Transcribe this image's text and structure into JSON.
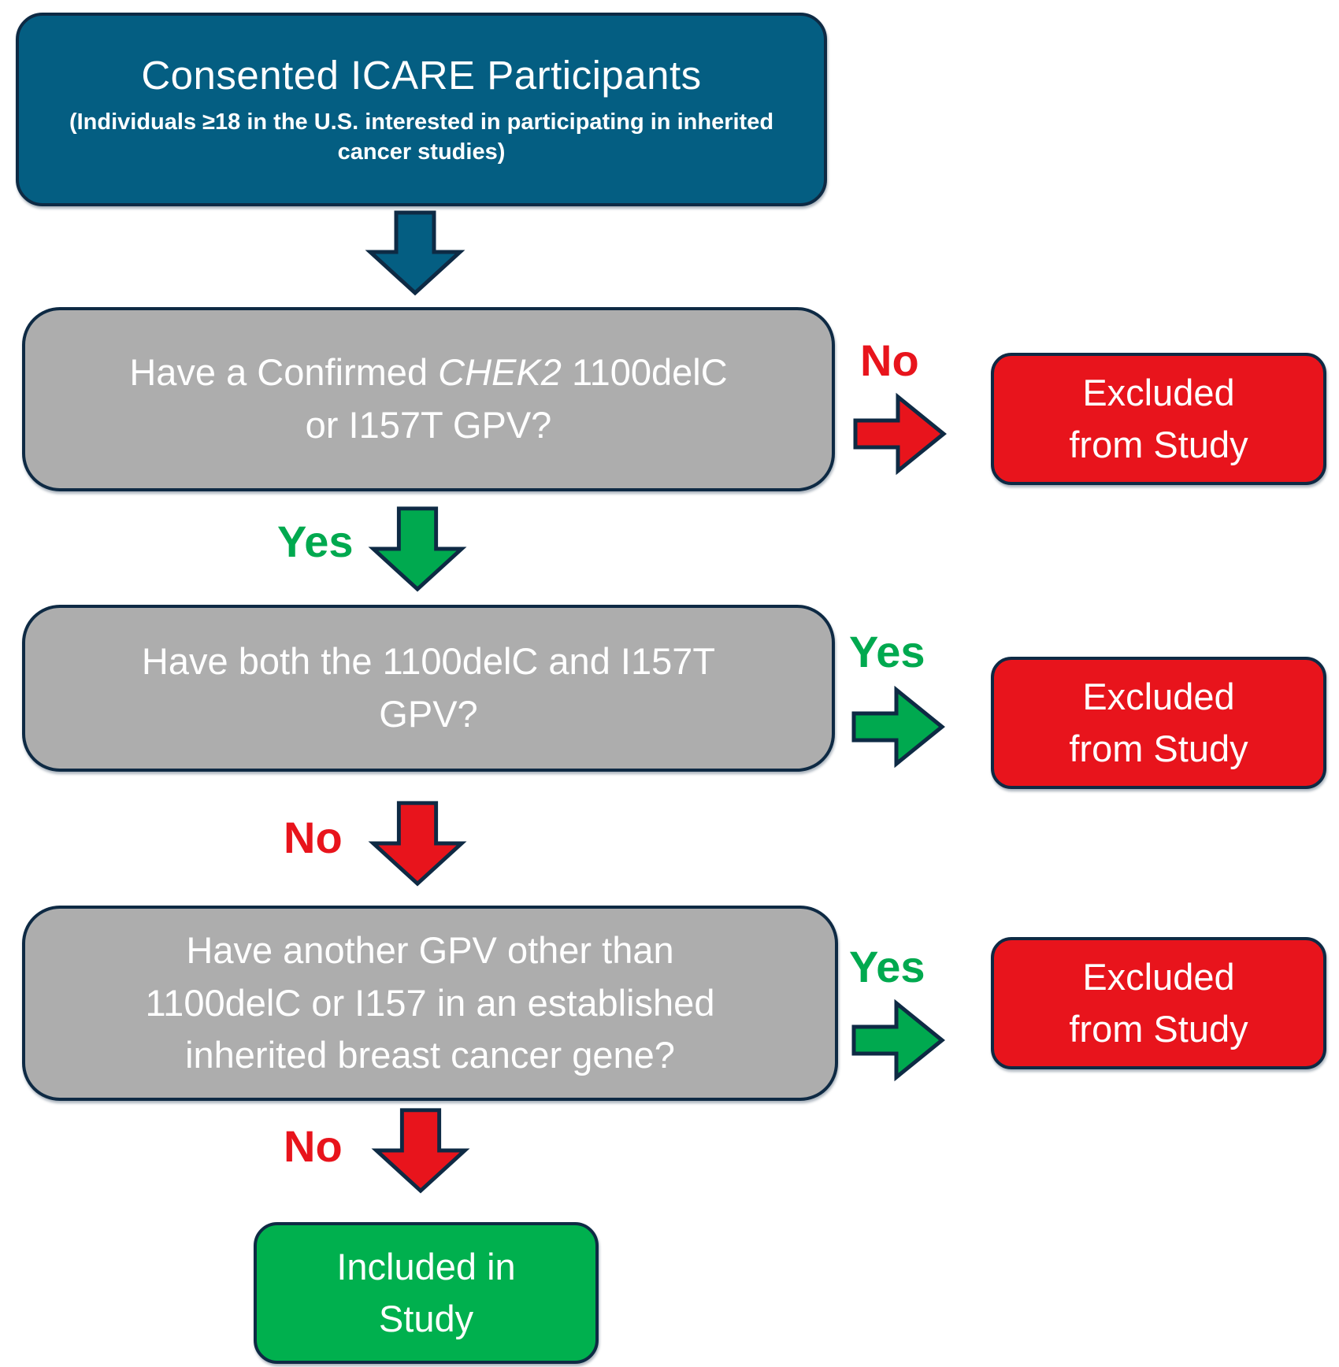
{
  "answers": {
    "yes": "Yes",
    "no": "No"
  },
  "nodes": {
    "start": {
      "title": "Consented ICARE Participants",
      "subtitle": "(Individuals ≥18 in the U.S. interested in participating in inherited cancer studies)"
    },
    "q1": {
      "line1_before_gene": "Have a Confirmed",
      "gene": "CHEK2",
      "line1_after_gene": "1100delC",
      "line2": "or I157T GPV?"
    },
    "q2": {
      "line1": "Have both the 1100delC and I157T",
      "line2": "GPV?"
    },
    "q3": {
      "line1": "Have another GPV other than",
      "line2": "1100delC or I157 in an established",
      "line3": "inherited breast cancer gene?"
    },
    "excluded": {
      "line1": "Excluded",
      "line2": "from Study"
    },
    "included": {
      "line1": "Included in",
      "line2": "Study"
    }
  },
  "colors": {
    "start_box": "#045E82",
    "question_box": "#ADADAD",
    "excluded_box": "#E8141C",
    "included_box": "#00B04E",
    "yes_green": "#00A94F",
    "no_red": "#E8141C",
    "outline_navy": "#0E2A44",
    "text_white": "#FFFFFF"
  }
}
